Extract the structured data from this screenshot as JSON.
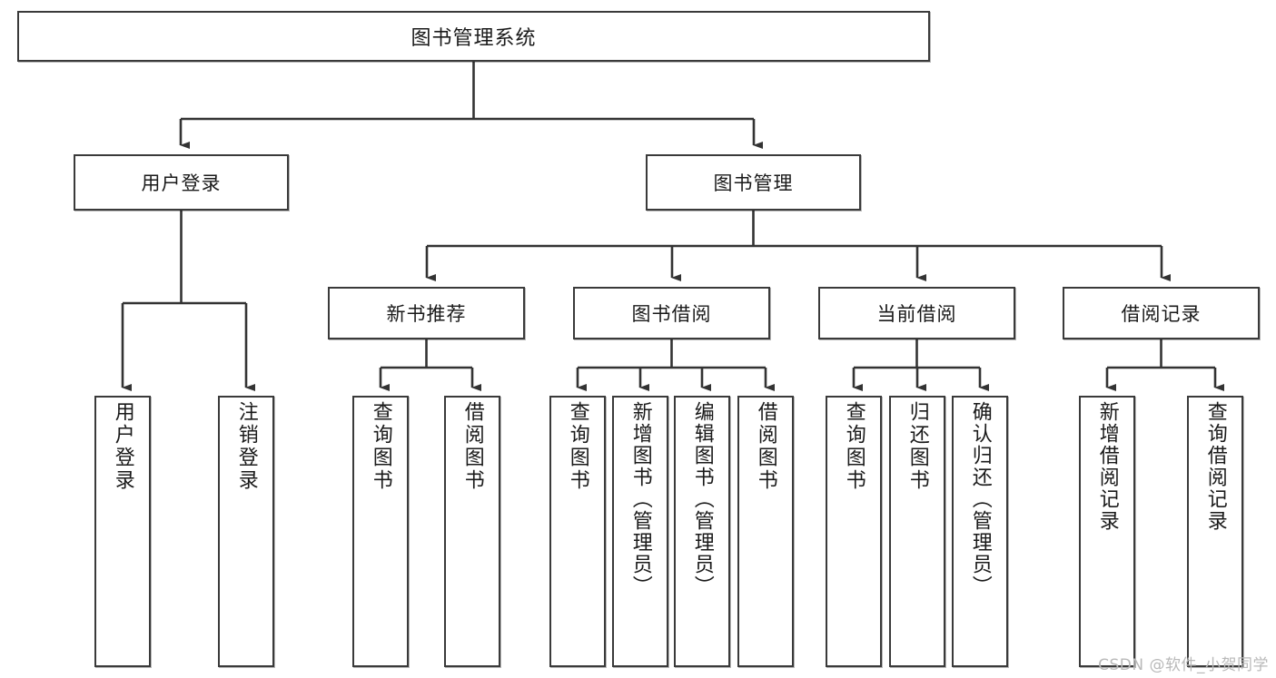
{
  "diagram": {
    "type": "tree-hierarchy",
    "title": "图书管理系统",
    "root": {
      "id": "root",
      "label": "图书管理系统",
      "orientation": "horizontal"
    },
    "level2": [
      {
        "id": "user-login",
        "label": "用户登录",
        "orientation": "horizontal"
      },
      {
        "id": "book-manage",
        "label": "图书管理",
        "orientation": "horizontal"
      }
    ],
    "level3": [
      {
        "id": "new-book-rec",
        "label": "新书推荐",
        "orientation": "horizontal",
        "parent": "book-manage"
      },
      {
        "id": "book-borrow",
        "label": "图书借阅",
        "orientation": "horizontal",
        "parent": "book-manage"
      },
      {
        "id": "current-borrow",
        "label": "当前借阅",
        "orientation": "horizontal",
        "parent": "book-manage"
      },
      {
        "id": "borrow-record",
        "label": "借阅记录",
        "orientation": "horizontal",
        "parent": "book-manage"
      }
    ],
    "leaves": [
      {
        "id": "leaf-user-login",
        "label": "用户登录",
        "orientation": "vertical",
        "parent": "user-login"
      },
      {
        "id": "leaf-logout-login",
        "label": "注销登录",
        "orientation": "vertical",
        "parent": "user-login"
      },
      {
        "id": "leaf-query-book-1",
        "label": "查询图书",
        "orientation": "vertical",
        "parent": "new-book-rec"
      },
      {
        "id": "leaf-borrow-book-1",
        "label": "借阅图书",
        "orientation": "vertical",
        "parent": "new-book-rec"
      },
      {
        "id": "leaf-query-book-2",
        "label": "查询图书",
        "orientation": "vertical",
        "parent": "book-borrow"
      },
      {
        "id": "leaf-add-book",
        "label": "新增图书（管理员）",
        "orientation": "vertical",
        "parent": "book-borrow"
      },
      {
        "id": "leaf-edit-book",
        "label": "编辑图书（管理员）",
        "orientation": "vertical",
        "parent": "book-borrow"
      },
      {
        "id": "leaf-borrow-book-2",
        "label": "借阅图书",
        "orientation": "vertical",
        "parent": "book-borrow"
      },
      {
        "id": "leaf-query-book-3",
        "label": "查询图书",
        "orientation": "vertical",
        "parent": "current-borrow"
      },
      {
        "id": "leaf-return-book",
        "label": "归还图书",
        "orientation": "vertical",
        "parent": "current-borrow"
      },
      {
        "id": "leaf-confirm-return",
        "label": "确认归还（管理员）",
        "orientation": "vertical",
        "parent": "current-borrow"
      },
      {
        "id": "leaf-add-record",
        "label": "新增借阅记录",
        "orientation": "vertical",
        "parent": "borrow-record"
      },
      {
        "id": "leaf-query-record",
        "label": "查询借阅记录",
        "orientation": "vertical",
        "parent": "borrow-record"
      }
    ]
  },
  "watermark": {
    "text": "CSDN @软件_小贺同学"
  },
  "colors": {
    "box_border": "#3a3a3a",
    "box_fill": "#ffffff",
    "connector": "#333333",
    "text": "#1a1a1a",
    "watermark": "#b9b9b9",
    "background": "#ffffff"
  }
}
